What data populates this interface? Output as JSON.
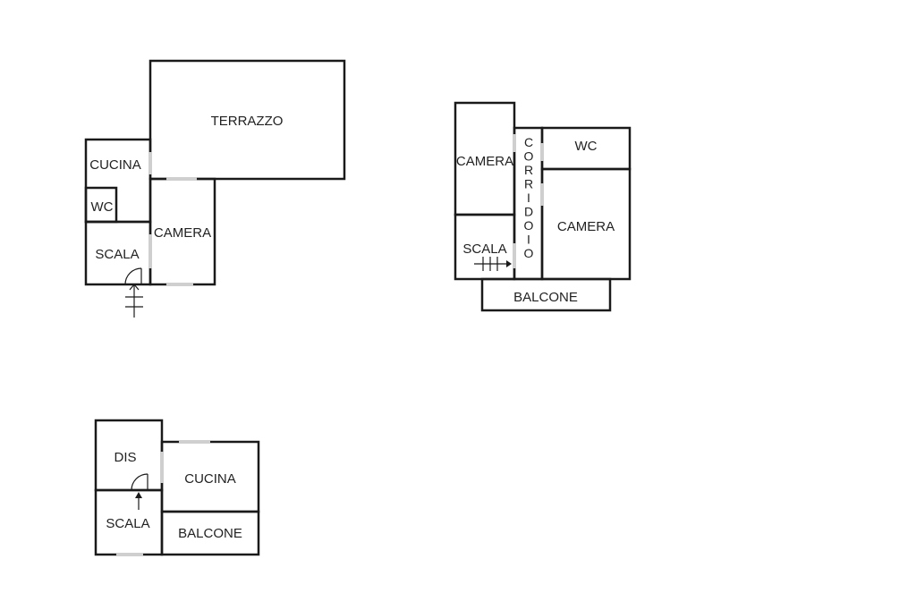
{
  "colors": {
    "terrace": "#a8d5b0",
    "bedroom": "#fdd2dc",
    "bath": "#d6e9fa",
    "service": "#dcdcdc",
    "stairs": "#ffffff",
    "kitchen_yellow": "#ffcc00",
    "balcony": "#b8730f",
    "wall": "#1a1a1a"
  },
  "plan_a": {
    "terrazzo": "TERRAZZO",
    "cucina": "CUCINA",
    "wc": "WC",
    "camera": "CAMERA",
    "scala": "SCALA"
  },
  "plan_b": {
    "camera_left": "CAMERA",
    "corridoio": "CORRIDOIO",
    "wc": "WC",
    "camera_right": "CAMERA",
    "scala": "SCALA",
    "balcone": "BALCONE"
  },
  "plan_c": {
    "dis": "DIS",
    "cucina": "CUCINA",
    "scala": "SCALA",
    "balcone": "BALCONE"
  },
  "icons": {
    "stair_arrow": "stair-arrow-icon",
    "door_swing": "door-swing-icon"
  }
}
